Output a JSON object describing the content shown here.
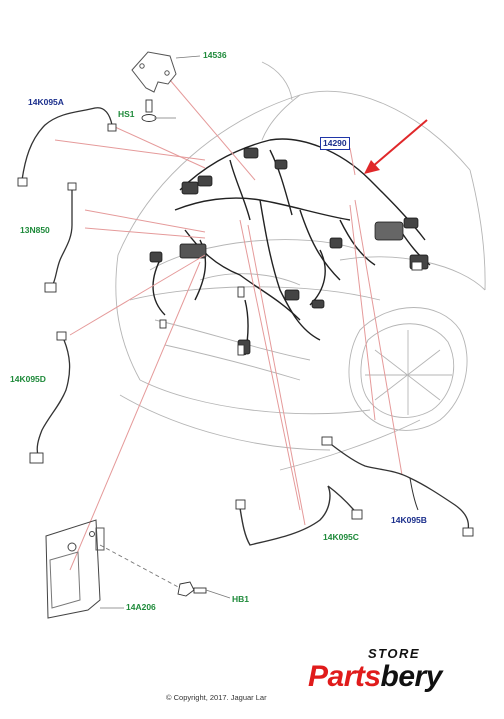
{
  "diagram": {
    "callouts": {
      "c14536": "14536",
      "c14K095A": "14K095A",
      "cHS1": "HS1",
      "c14290": "14290",
      "c13N850": "13N850",
      "c14K095D": "14K095D",
      "c14K095B": "14K095B",
      "c14K095C": "14K095C",
      "c14A206": "14A206",
      "cHB1": "HB1"
    },
    "copyright": "© Copyright, 2017. Jaguar Lar",
    "colors": {
      "callout_green": "#1e8a3a",
      "callout_blue": "#1b2f8c",
      "leader_red": "#e59a9a",
      "arrow_red": "#e0282a",
      "line_gray": "#9a9a9a",
      "wire_dark": "#222222"
    }
  },
  "logo": {
    "store": "STORE",
    "brand_part1": "Parts",
    "brand_part2": "bery"
  }
}
